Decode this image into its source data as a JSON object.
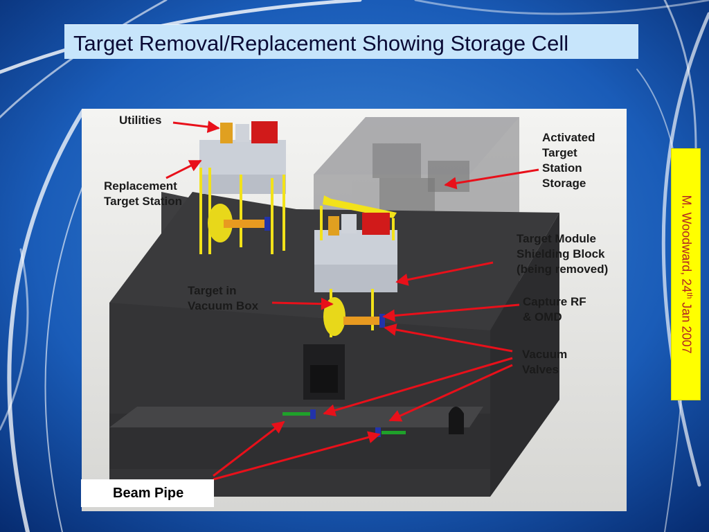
{
  "slide": {
    "title": "Target Removal/Replacement Showing Storage Cell",
    "author_prefix": "M. Woodward, 24",
    "author_sup": "th",
    "author_suffix": " Jan 2007"
  },
  "figure": {
    "labels": {
      "utilities": "Utilities",
      "replacement_station": "Replacement\nTarget Station",
      "activated_storage": "Activated\nTarget\nStation\nStorage",
      "shielding_block": "Target Module\nShielding Block\n(being removed)",
      "target_vacuum_box": "Target in\nVacuum Box",
      "capture_rf": "Capture RF\n& OMD",
      "vacuum_valves": "Vacuum\nValves",
      "beam_pipe": "Beam Pipe"
    },
    "colors": {
      "arrow": "#e8101a",
      "frame_yellow": "#f2e21a",
      "shield_block": "#c9ced6",
      "concrete": "#4a4a4c",
      "pipe_green": "#1fa12a"
    }
  }
}
